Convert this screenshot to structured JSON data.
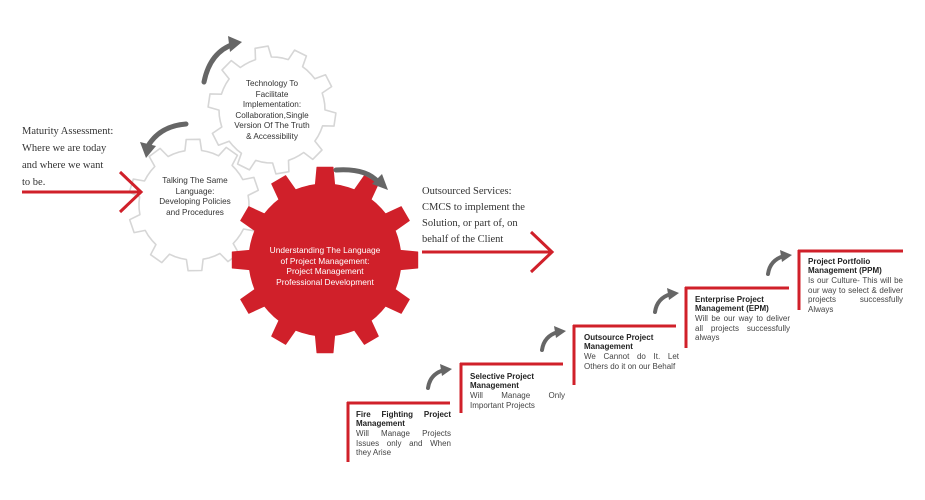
{
  "left_text": {
    "lines": [
      "Maturity Assessment:",
      "Where we are today",
      "and where we want",
      "to be."
    ]
  },
  "gears": {
    "technology": [
      "Technology To",
      "Facilitate",
      "Implementation:",
      "Collaboration,Single",
      "Version Of The Truth",
      "& Accessibility"
    ],
    "language": [
      "Talking The Same",
      "Language:",
      "Developing Policies",
      "and Procedures"
    ],
    "main": [
      "Understanding The Language",
      "of Project Management:",
      "Project Management",
      "Professional Development"
    ]
  },
  "outsourced_text": {
    "lines": [
      "Outsourced Services:",
      "CMCS to implement the",
      "Solution, or part of, on",
      "behalf of the Client"
    ]
  },
  "steps": [
    {
      "title": "Fire Fighting Project Management",
      "desc": "Will Manage Projects Issues only and When they Arise"
    },
    {
      "title": "Selective Project Management",
      "desc": "Will Manage Only Important Projects"
    },
    {
      "title": "Outsource Project Management",
      "desc": "We Cannot do It. Let Others do it on our Behalf"
    },
    {
      "title": "Enterprise Project Management (EPM)",
      "desc": "Will be our way to deliver all projects successfully always"
    },
    {
      "title": "Project Portfolio Management (PPM)",
      "desc": "Is our Culture- This will be our way to select & deliver projects successfully Always"
    }
  ],
  "colors": {
    "accent_red": "#d0202a",
    "gear_outline": "#d6d6d6",
    "arrow_gray": "#666666"
  },
  "icons": [
    "cycle-arrow-icon",
    "gear-icon",
    "arrow-right-icon"
  ]
}
